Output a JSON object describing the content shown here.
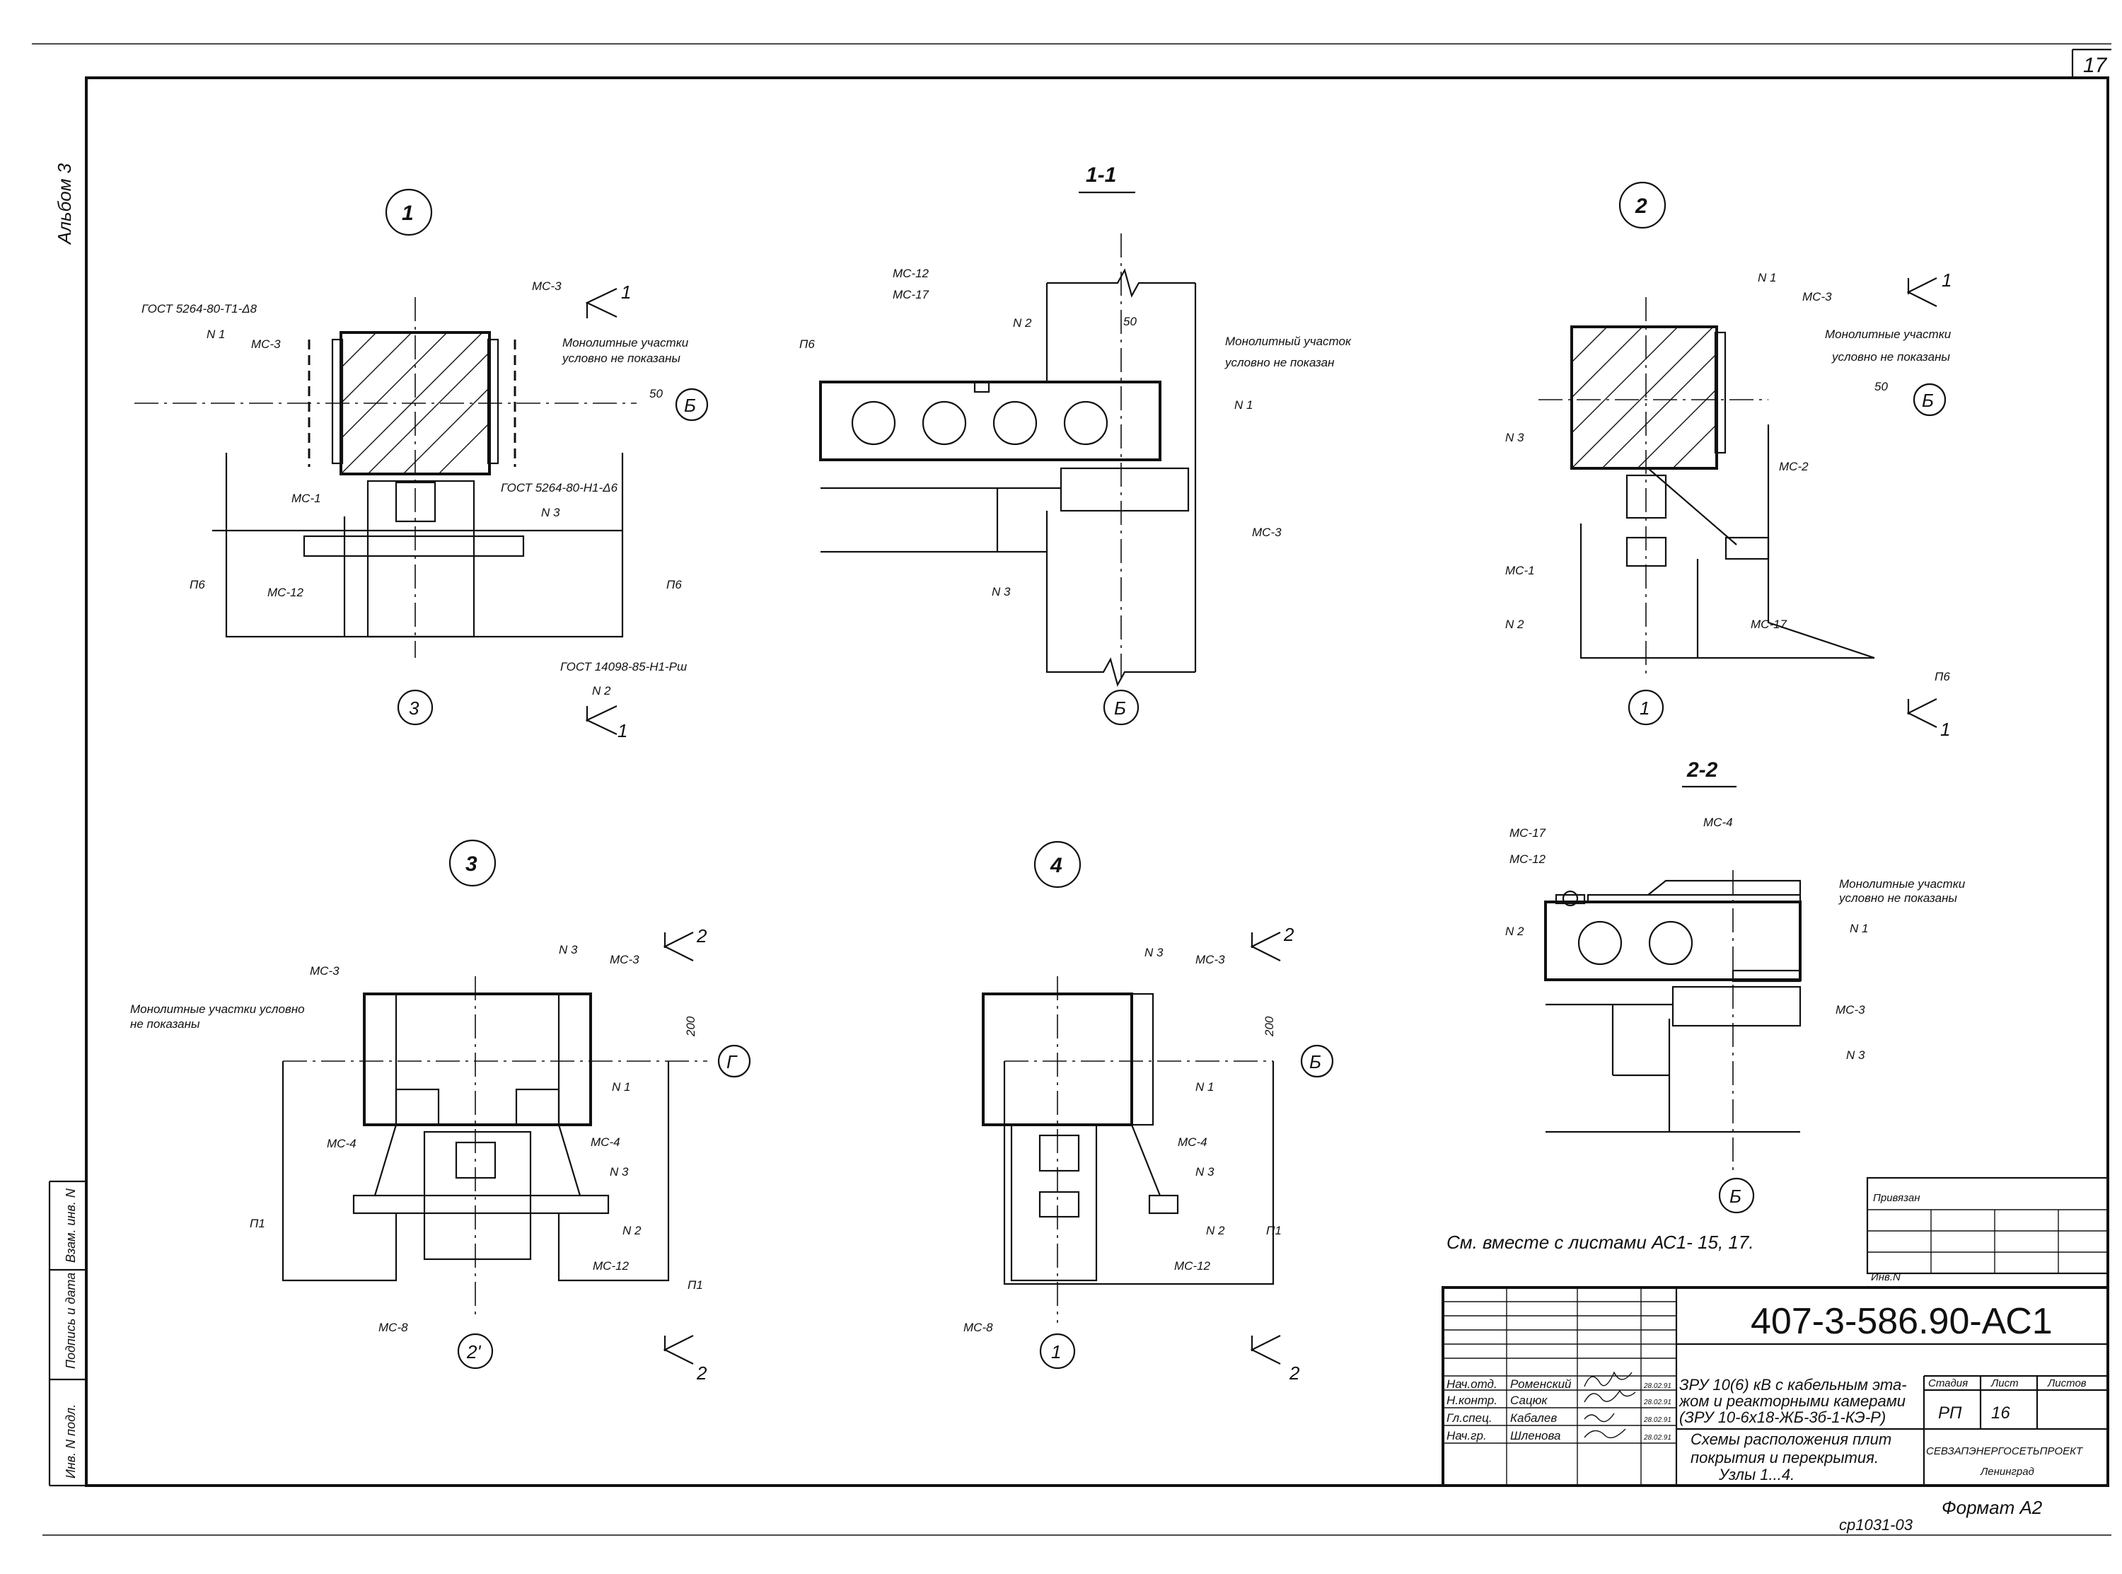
{
  "sheet": {
    "sheet_number": "17",
    "album": "Альбом 3",
    "footer_note": "См. вместе с листами АС1- 15, 17.",
    "format": "Формат А2",
    "copy_code": "ср1031-03"
  },
  "left_strip": {
    "vzam_inv": "Взам. инв. N",
    "podpis_data": "Подпись и дата",
    "inv_podl": "Инв. N подл."
  },
  "views": {
    "node1": {
      "number": "1",
      "section_mark": "1",
      "labels": {
        "gost1": "ГОСТ 5264-80-Т1-Δ8",
        "n1": "N 1",
        "ms3_left": "МС-3",
        "ms3_right": "МС-3",
        "monolith_1": "Монолитные участки",
        "monolith_2": "условно не показаны",
        "dim50": "50",
        "axis": "Б",
        "ms1": "МС-1",
        "gost2": "ГОСТ 5264-80-Н1-Δ6",
        "n3": "N 3",
        "p6_left": "П6",
        "ms12": "МС-12",
        "p6_right": "П6",
        "gost3": "ГОСТ 14098-85-Н1-Рш",
        "bottom_axis": "3",
        "n2": "N 2",
        "section_bottom": "1"
      }
    },
    "section11": {
      "title": "1-1",
      "labels": {
        "ms12": "МС-12",
        "ms17": "МС-17",
        "n2": "N 2",
        "p6": "П6",
        "dim50": "50",
        "monolith_1": "Монолитный участок",
        "monolith_2": "условно не показан",
        "n1": "N 1",
        "ms3": "МС-3",
        "n3": "N 3",
        "axis": "Б"
      }
    },
    "node2": {
      "number": "2",
      "section_mark": "1",
      "labels": {
        "n1": "N 1",
        "ms3": "МС-3",
        "monolith_1": "Монолитные участки",
        "monolith_2": "условно не показаны",
        "dim50": "50",
        "axis": "Б",
        "n3": "N 3",
        "ms2": "МС-2",
        "ms1": "МС-1",
        "n2": "N 2",
        "ms17": "МС-17",
        "p6": "П6",
        "bottom_axis": "1",
        "section_bottom": "1"
      }
    },
    "section22": {
      "title": "2-2",
      "labels": {
        "ms17": "МС-17",
        "ms12": "МС-12",
        "ms4": "МС-4",
        "monolith_1": "Монолитные участки",
        "monolith_2": "условно не показаны",
        "n2": "N 2",
        "n1": "N 1",
        "ms3": "МС-3",
        "n3": "N 3",
        "axis": "Б"
      }
    },
    "node3": {
      "number": "3",
      "section_mark": "2",
      "labels": {
        "ms3_left": "МС-3",
        "n3_top": "N 3",
        "ms3_right": "МС-3",
        "monolith_1": "Монолитные участки условно",
        "monolith_2": "не показаны",
        "dim200": "200",
        "axis": "Г",
        "n1": "N 1",
        "ms4_left": "МС-4",
        "ms4_right": "МС-4",
        "n3": "N 3",
        "p1_left": "П1",
        "n2": "N 2",
        "ms12": "МС-12",
        "p1_right": "П1",
        "ms8": "МС-8",
        "bottom_axis": "2'",
        "section_bottom": "2"
      }
    },
    "node4": {
      "number": "4",
      "section_mark": "2",
      "labels": {
        "n3_top": "N 3",
        "ms3": "МС-3",
        "dim200": "200",
        "axis": "Б",
        "n1": "N 1",
        "ms4": "МС-4",
        "n3": "N 3",
        "n2": "N 2",
        "p1": "П1",
        "ms12": "МС-12",
        "ms8": "МС-8",
        "bottom_axis": "1",
        "section_bottom": "2"
      }
    }
  },
  "stamp": {
    "privyazan": "Привязан",
    "inv_n": "Инв.N",
    "code": "407-3-586.90-АС1",
    "project_1": "ЗРУ 10(6) кВ с кабельным эта-",
    "project_2": "жом и реакторными камерами",
    "project_3": "(ЗРУ 10-6х18-ЖБ-3б-1-КЭ-Р)",
    "drawing_1": "Схемы расположения плит",
    "drawing_2": "покрытия и перекрытия.",
    "drawing_3": "Узлы 1...4.",
    "stage_label": "Стадия",
    "sheet_label": "Лист",
    "sheets_label": "Листов",
    "stage": "РП",
    "sheet": "16",
    "org_1": "СЕВЗАПЭНЕРГОСЕТЬПРОЕКТ",
    "org_2": "Ленинград",
    "roles": [
      {
        "role": "Нач.отд.",
        "name": "Роменский",
        "date": "28.02.91"
      },
      {
        "role": "Н.контр.",
        "name": "Сацюк",
        "date": "28.02.91"
      },
      {
        "role": "Гл.спец.",
        "name": "Кабалев",
        "date": "28.02.91"
      },
      {
        "role": "Нач.гр.",
        "name": "Шленова",
        "date": "28.02.91"
      }
    ]
  }
}
